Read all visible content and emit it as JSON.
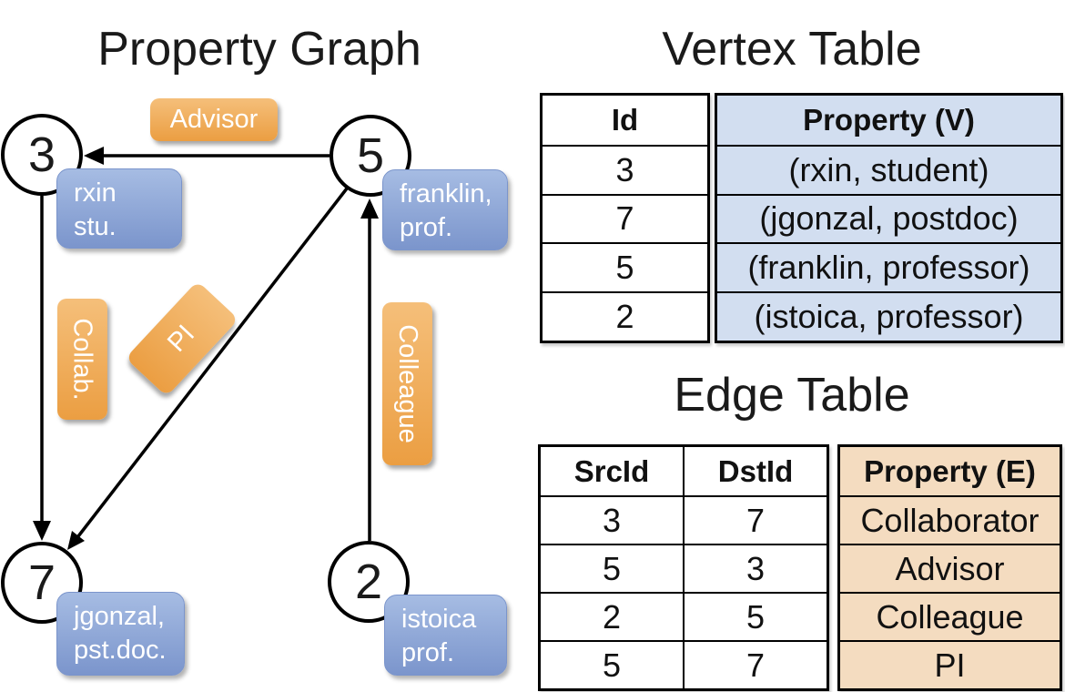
{
  "graph": {
    "title": "Property Graph",
    "vertices": [
      {
        "id": "3",
        "property_lines": [
          "rxin",
          "stu."
        ]
      },
      {
        "id": "5",
        "property_lines": [
          "franklin,",
          "prof."
        ]
      },
      {
        "id": "7",
        "property_lines": [
          "jgonzal,",
          "pst.doc."
        ]
      },
      {
        "id": "2",
        "property_lines": [
          "istoica",
          "prof."
        ]
      }
    ],
    "edges": [
      {
        "src": "5",
        "dst": "3",
        "label": "Advisor"
      },
      {
        "src": "3",
        "dst": "7",
        "label": "Collab."
      },
      {
        "src": "5",
        "dst": "7",
        "label": "PI"
      },
      {
        "src": "2",
        "dst": "5",
        "label": "Colleague"
      }
    ]
  },
  "vertex_table": {
    "title": "Vertex Table",
    "columns": [
      "Id",
      "Property (V)"
    ],
    "rows": [
      [
        "3",
        "(rxin, student)"
      ],
      [
        "7",
        "(jgonzal, postdoc)"
      ],
      [
        "5",
        "(franklin, professor)"
      ],
      [
        "2",
        "(istoica, professor)"
      ]
    ]
  },
  "edge_table": {
    "title": "Edge Table",
    "columns": [
      "SrcId",
      "DstId",
      "Property (E)"
    ],
    "rows": [
      [
        "3",
        "7",
        "Collaborator"
      ],
      [
        "5",
        "3",
        "Advisor"
      ],
      [
        "2",
        "5",
        "Colleague"
      ],
      [
        "5",
        "7",
        "PI"
      ]
    ]
  },
  "colors": {
    "edge_label_orange": "#EC9F43",
    "vertex_label_blue": "#7B95CC",
    "vertex_property_fill": "#D2DEF0",
    "edge_property_fill": "#F4DCC0",
    "line_black": "#000000"
  }
}
